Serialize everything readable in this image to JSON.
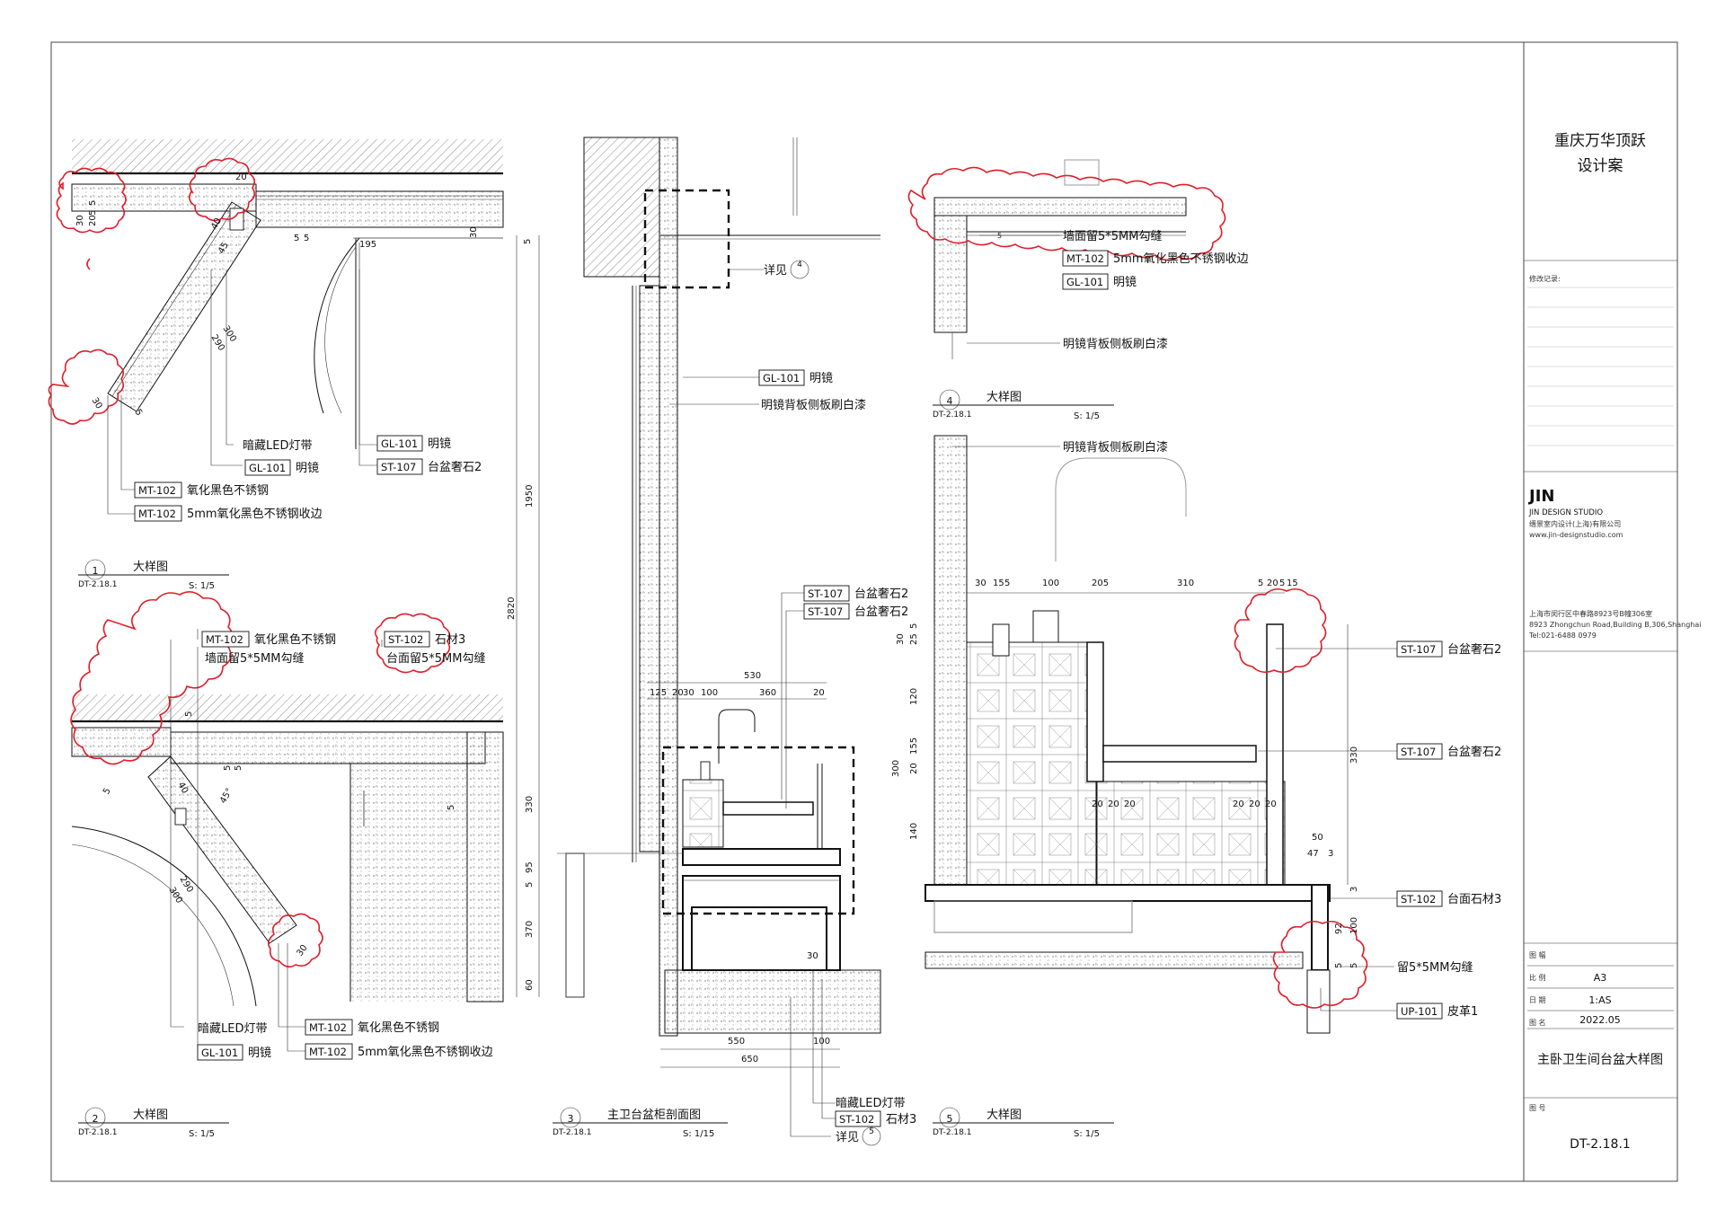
{
  "project": {
    "title_line1": "重庆万华顶跃",
    "title_line2": "设计案",
    "revision_label": "修改记录:"
  },
  "studio": {
    "logo": "JIN",
    "name": "JIN DESIGN STUDIO",
    "name_cn": "缙景室内设计(上海)有限公司",
    "web": "www.jin-designstudio.com",
    "addr_cn": "上海市闵行区中春路8923号B幢306室",
    "addr_en": "8923 Zhongchun Road,Building B,306,Shanghai",
    "tel": "Tel:021-6488 0979"
  },
  "titleblock": {
    "size_label": "图 幅",
    "size_value": "A3",
    "scale_label": "比 例",
    "scale_value": "1:AS",
    "date_label": "日 期",
    "date_value": "2022.05",
    "name_label": "图 名",
    "name_value": "主卧卫生间台盆大样图",
    "no_label": "图 号",
    "no_value": "DT-2.18.1"
  },
  "views": [
    {
      "num": "1",
      "ref": "DT-2.18.1",
      "title": "大样图",
      "scale": "S: 1/5"
    },
    {
      "num": "2",
      "ref": "DT-2.18.1",
      "title": "大样图",
      "scale": "S: 1/5"
    },
    {
      "num": "3",
      "ref": "DT-2.18.1",
      "title": "主卫台盆柜剖面图",
      "scale": "S: 1/15"
    },
    {
      "num": "4",
      "ref": "DT-2.18.1",
      "title": "大样图",
      "scale": "S: 1/5"
    },
    {
      "num": "5",
      "ref": "DT-2.18.1",
      "title": "大样图",
      "scale": "S: 1/5"
    }
  ],
  "labels": {
    "v1": {
      "led": "暗藏LED灯带",
      "gl_code": "GL-101",
      "gl_text": "明镜",
      "gl2_code": "GL-101",
      "gl2_text": "明镜",
      "st_code": "ST-107",
      "st_text": "台盆奢石2",
      "mt1_code": "MT-102",
      "mt1_text": "氧化黑色不锈钢",
      "mt2_code": "MT-102",
      "mt2_text": "5mm氧化黑色不锈钢收边"
    },
    "v2": {
      "mt_top_code": "MT-102",
      "mt_top_text": "氧化黑色不锈钢",
      "wall_gap": "墙面留5*5MM勾缝",
      "st_code": "ST-102",
      "st_text": "石材3",
      "counter_gap": "台面留5*5MM勾缝",
      "led": "暗藏LED灯带",
      "gl_code": "GL-101",
      "gl_text": "明镜",
      "mt1_code": "MT-102",
      "mt1_text": "氧化黑色不锈钢",
      "mt2_code": "MT-102",
      "mt2_text": "5mm氧化黑色不锈钢收边"
    },
    "v3": {
      "see": "详见",
      "see_num": "4",
      "gl_code": "GL-101",
      "gl_text": "明镜",
      "mirror_back": "明镜背板侧板刷白漆",
      "st1_code": "ST-107",
      "st1_text": "台盆奢石2",
      "st2_code": "ST-107",
      "st2_text": "台盆奢石2",
      "led": "暗藏LED灯带",
      "st3_code": "ST-102",
      "st3_text": "石材3",
      "see2": "详见",
      "see2_num": "5"
    },
    "v4": {
      "wall_gap": "墙面留5*5MM勾缝",
      "mt_code": "MT-102",
      "mt_text": "5mm氧化黑色不锈钢收边",
      "gl_code": "GL-101",
      "gl_text": "明镜",
      "mirror_back": "明镜背板侧板刷白漆"
    },
    "v5": {
      "mirror_back": "明镜背板侧板刷白漆",
      "st1_code": "ST-107",
      "st1_text": "台盆奢石2",
      "st2_code": "ST-107",
      "st2_text": "台盆奢石2",
      "st3_code": "ST-102",
      "st3_text": "台面石材3",
      "gap": "留5*5MM勾缝",
      "up_code": "UP-101",
      "up_text": "皮革1"
    }
  },
  "dims": {
    "v1": [
      "20",
      "30",
      "5",
      "20",
      "5",
      "40",
      "45",
      "5",
      "5",
      "195",
      "30",
      "290",
      "300",
      "30",
      "5"
    ],
    "v2": [
      "5",
      "5",
      "5",
      "40",
      "45°",
      "5",
      "290",
      "300",
      "30",
      "5"
    ],
    "v3_vertical": [
      "5",
      "1950",
      "2820",
      "330",
      "95",
      "5",
      "370",
      "60"
    ],
    "v3_top": [
      "530",
      "125",
      "20",
      "30",
      "100",
      "360",
      "20"
    ],
    "v3_bottom": [
      "30",
      "550",
      "100",
      "650"
    ],
    "v5_top": [
      "30",
      "15",
      "5",
      "100",
      "205",
      "310",
      "5",
      "20",
      "5",
      "15"
    ],
    "v5_left": [
      "30",
      "5",
      "25",
      "120",
      "20",
      "155",
      "300",
      "140"
    ],
    "v5_mid": [
      "20",
      "20",
      "20",
      "20",
      "20",
      "20"
    ],
    "v5_right": [
      "50",
      "47",
      "3",
      "330",
      "3",
      "92",
      "100",
      "5",
      "5"
    ]
  },
  "colors": {
    "revision_cloud": "#e01e2a",
    "line": "#111111"
  }
}
